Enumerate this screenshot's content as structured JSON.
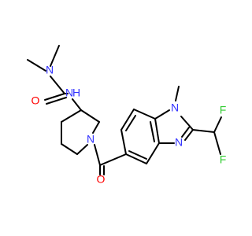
{
  "colors": {
    "background": "#ffffff",
    "bond": "#000000",
    "carbon": "#000000",
    "nitrogen": "#3333ff",
    "oxygen": "#ff0000",
    "fluorine": "#33cc33"
  },
  "atoms": {
    "n_urea": "N",
    "o_urea": "O",
    "n_amide_h": "N",
    "h_amide": "H",
    "n_piperidine": "N",
    "o_carbonyl": "O",
    "n_benzimidazole_1": "N",
    "n_benzimidazole_3": "N",
    "f_upper": "F",
    "f_lower": "F"
  }
}
